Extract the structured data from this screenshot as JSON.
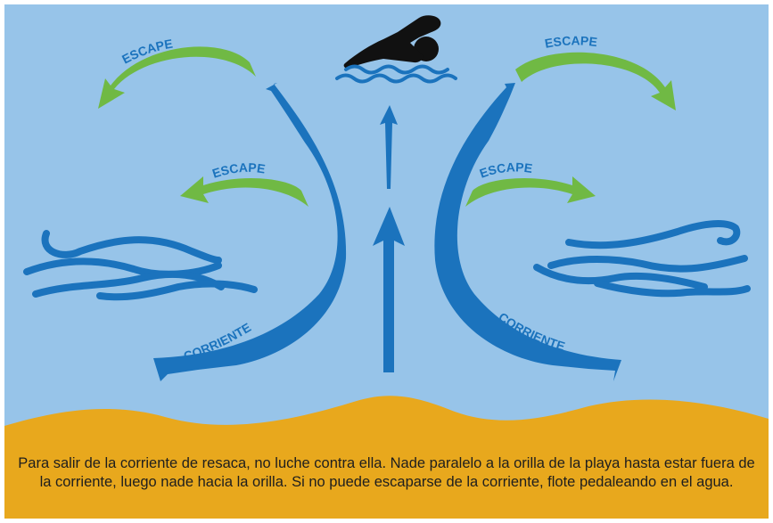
{
  "labels": {
    "escape_top_left": "ESCAPE",
    "escape_top_right": "ESCAPE",
    "escape_mid_left": "ESCAPE",
    "escape_mid_right": "ESCAPE",
    "current_left": "CORRIENTE",
    "current_right": "CORRIENTE"
  },
  "caption": "Para salir de la corriente de resaca, no luche contra ella. Nade paralelo a la orilla de la playa hasta estar fuera de la corriente, luego nade hacia la orilla. Si no puede escaparse de la corriente, flote pedaleando en el agua.",
  "colors": {
    "water": "#97c4e9",
    "current_blue": "#1b73bd",
    "escape_green": "#70b944",
    "sand": "#e8a81d",
    "swimmer": "#111111"
  },
  "icons": [
    "swimmer-icon",
    "waves-icon"
  ]
}
